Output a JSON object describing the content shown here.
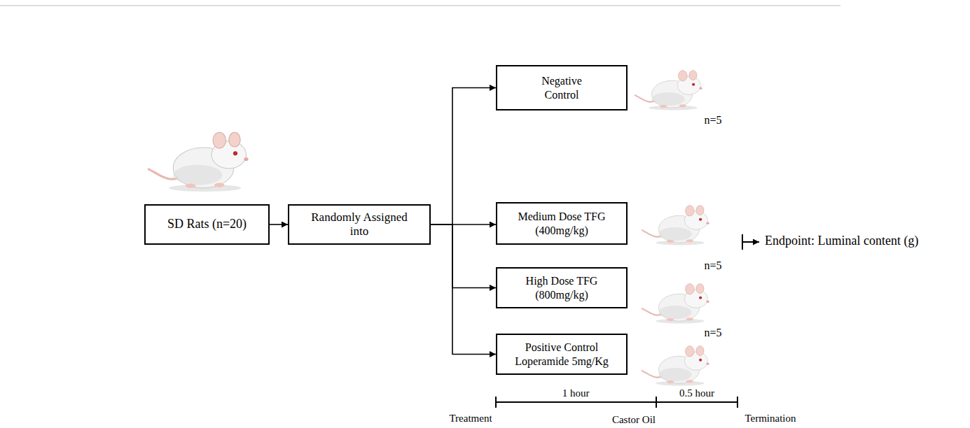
{
  "diagram": {
    "nodes": [
      {
        "text": [
          "SD Rats (n=20)"
        ]
      },
      {
        "text": [
          "Randomly Assigned into"
        ]
      },
      {
        "text": [
          "Negative Control"
        ]
      },
      {
        "text": [
          "Medium Dose TFG (400mg/kg)"
        ]
      },
      {
        "text": [
          "High Dose TFG (800mg/kg)"
        ]
      },
      {
        "text": [
          "Positive Control Loperamide 5mg/Kg"
        ]
      }
    ],
    "edges": [
      {
        "from": 0,
        "to": 1,
        "arrow": "to"
      },
      {
        "from": 1,
        "to": 2,
        "arrow": "to"
      },
      {
        "from": 1,
        "to": 3,
        "arrow": "to"
      },
      {
        "from": 1,
        "to": 4,
        "arrow": "to"
      },
      {
        "from": 1,
        "to": 5,
        "arrow": "to"
      }
    ],
    "labels": [
      "n=5",
      "n=5",
      "n=5",
      "Endpoint: Luminal content (g)",
      "1 hour",
      "0.5 hour",
      "Treatment",
      "Castor Oil",
      "Termination"
    ]
  }
}
